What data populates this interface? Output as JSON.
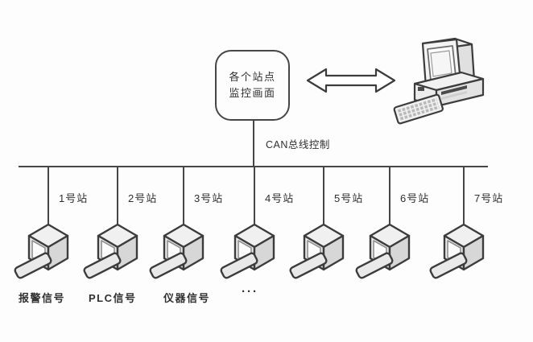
{
  "diagram": {
    "title_context": "CAN bus monitoring network diagram",
    "monitor_node": {
      "line1": "各个站点",
      "line2": "监控画面"
    },
    "can_bus_label": "CAN总线控制",
    "stations": [
      {
        "label": "1号站"
      },
      {
        "label": "2号站"
      },
      {
        "label": "3号站"
      },
      {
        "label": "4号站"
      },
      {
        "label": "5号站"
      },
      {
        "label": "6号站"
      },
      {
        "label": "7号站"
      }
    ],
    "signal_labels": [
      {
        "label": "报警信号"
      },
      {
        "label": "PLC信号"
      },
      {
        "label": "仪器信号"
      },
      {
        "label": "···"
      }
    ],
    "icons": {
      "host_computer": "desktop-computer-icon",
      "station_terminal": "workstation-icon",
      "link": "double-arrow-icon"
    },
    "colors": {
      "line": "#464646",
      "background": "#fdfdfd",
      "fill_light": "#f0f0f0",
      "fill_mid": "#d7d7d7",
      "text": "#303030"
    }
  }
}
